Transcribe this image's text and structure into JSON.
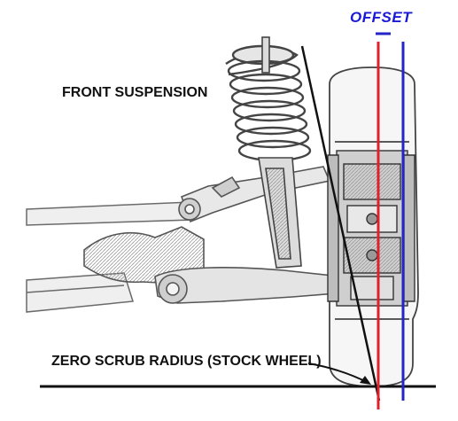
{
  "labels": {
    "offset": "OFFSET",
    "front_suspension": "FRONT SUSPENSION",
    "zero_scrub": "ZERO SCRUB RADIUS (STOCK WHEEL)"
  },
  "colors": {
    "offset_text": "#1a1ad6",
    "red_line": "#e0202a",
    "blue_line": "#2424c8",
    "ink": "#111111",
    "drawing_gray": "#8a8a8a",
    "drawing_light": "#d6d6d6"
  }
}
